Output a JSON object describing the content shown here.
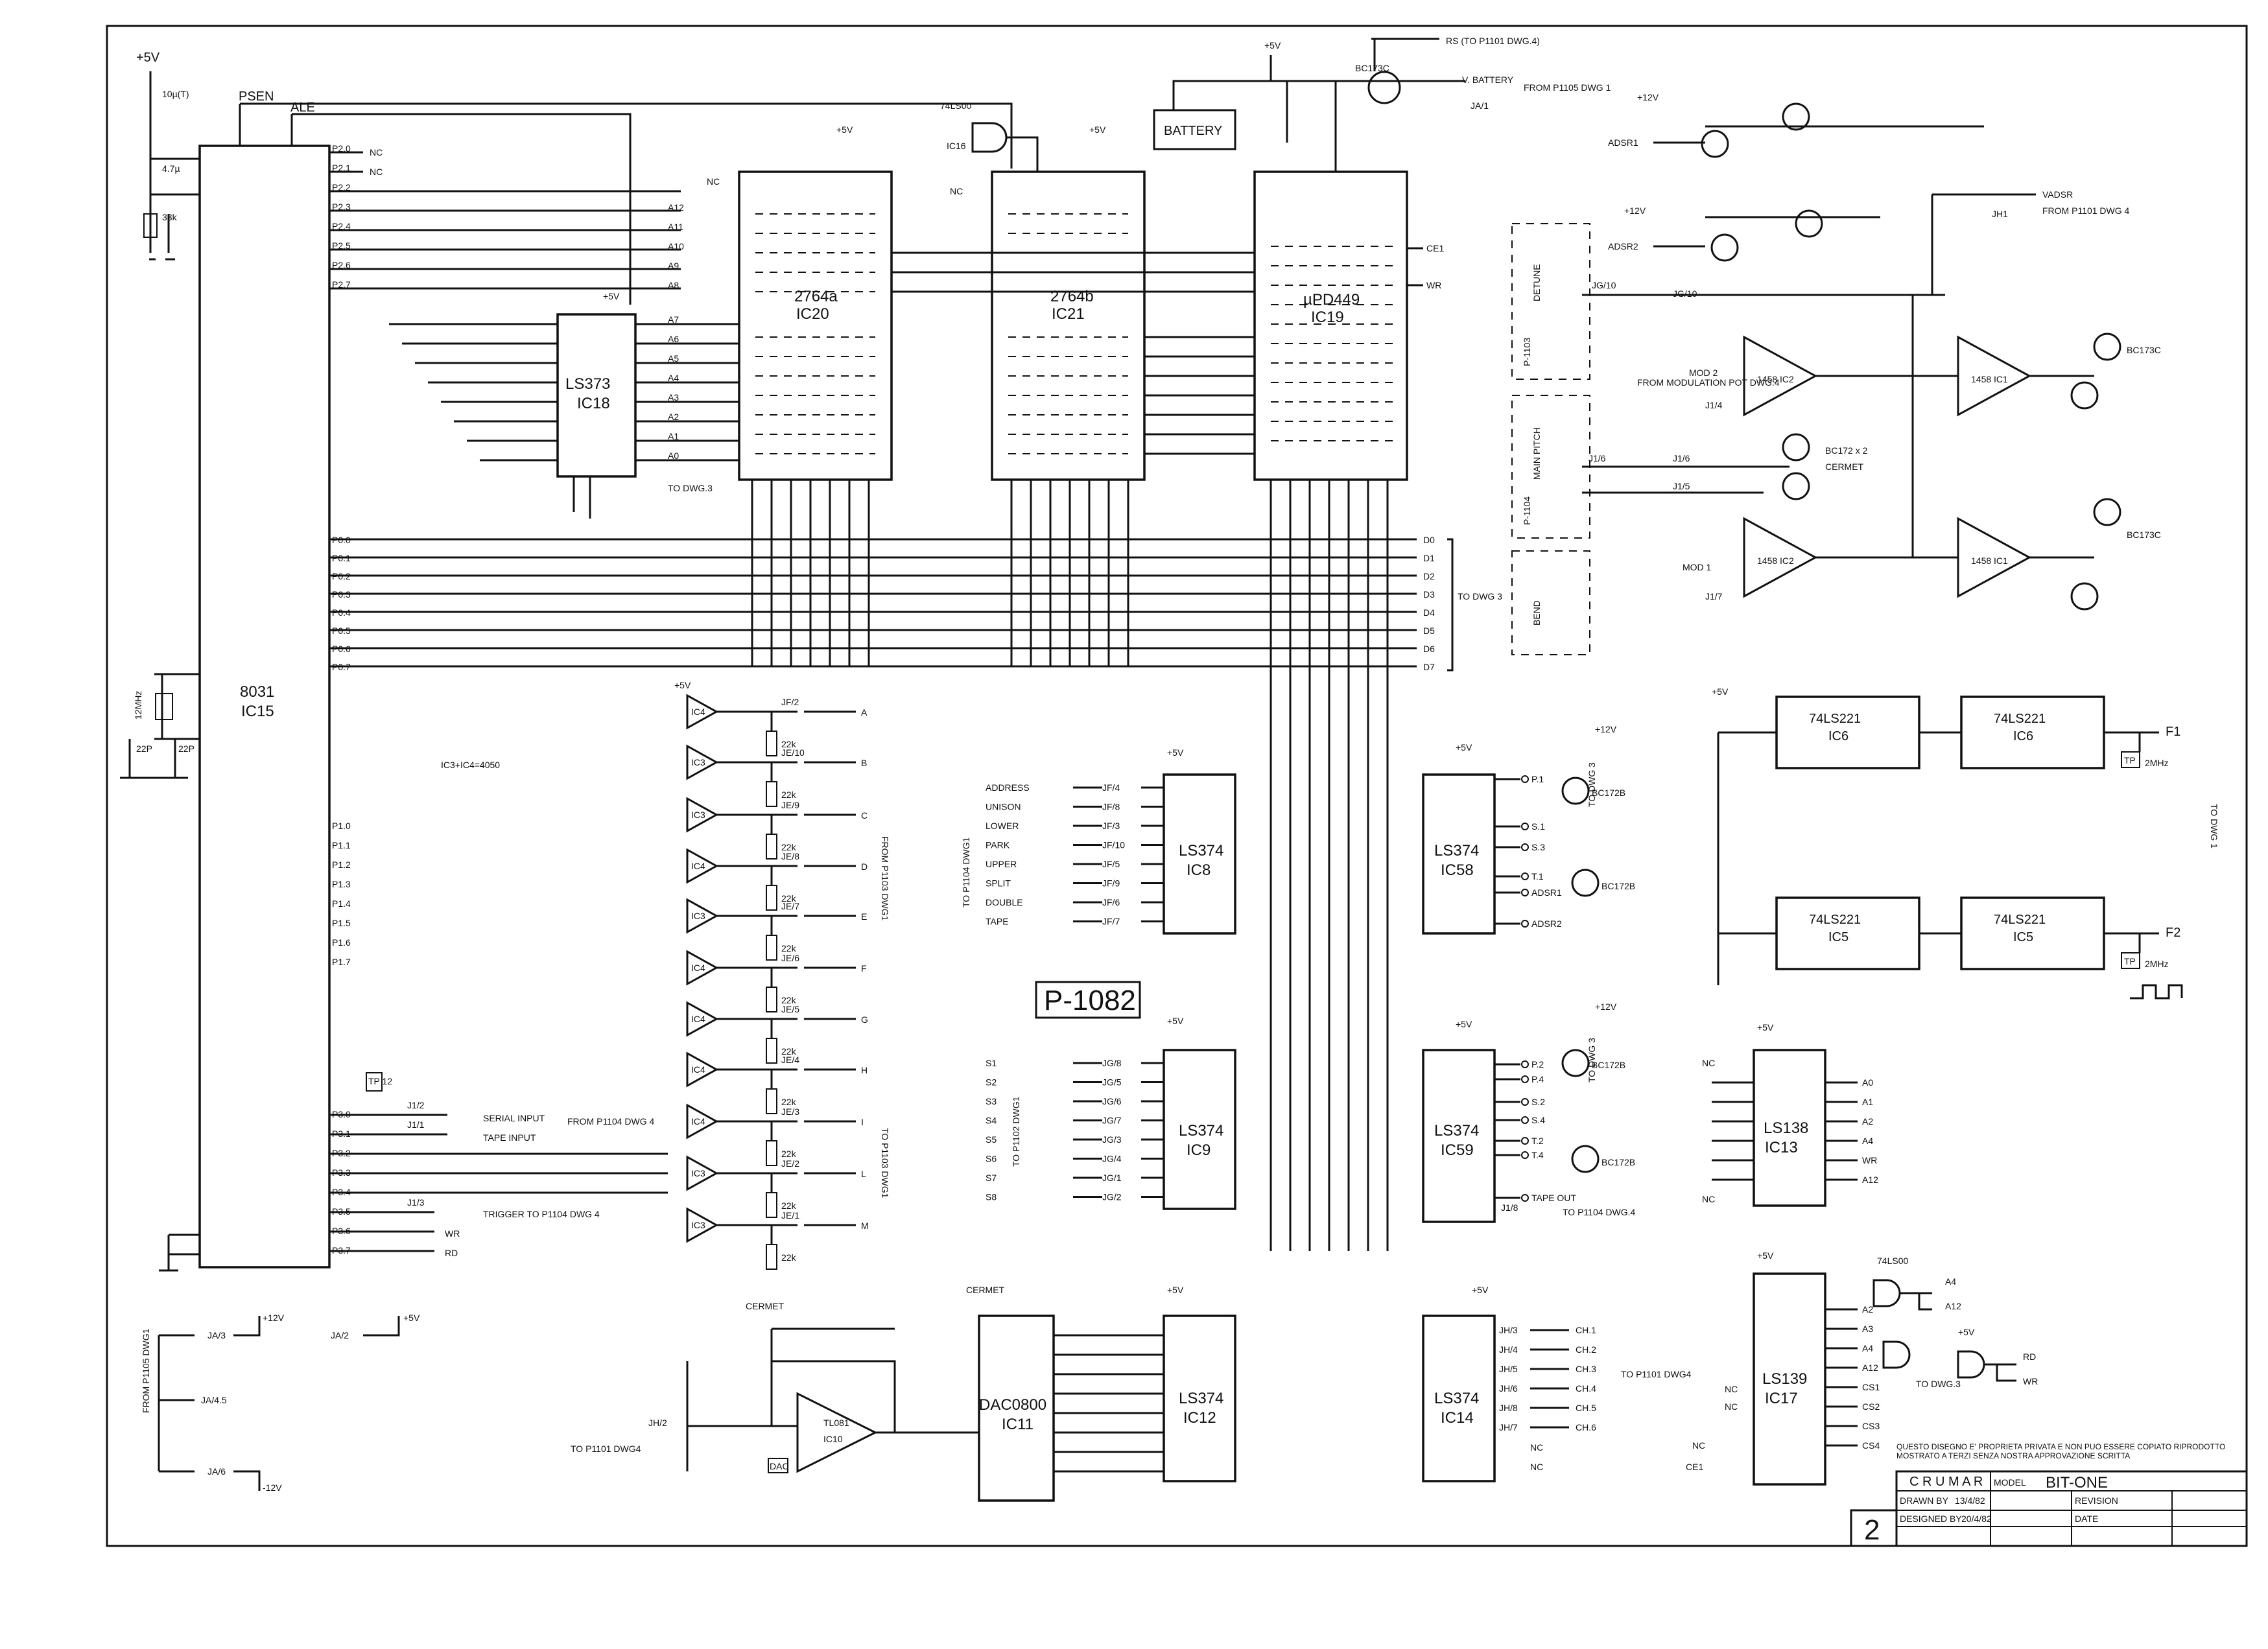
{
  "sheet": {
    "number": "2",
    "project_code": "P-1082"
  },
  "title_block": {
    "company": "C R U M A R",
    "model_label": "MODEL",
    "model": "BIT-ONE",
    "drawn_by_label": "DRAWN BY",
    "drawn_date": "13/4/82",
    "designed_by_label": "DESIGNED BY",
    "designed_date": "20/4/82",
    "revision_label": "REVISION",
    "date_label": "DATE",
    "notice": "QUESTO DISEGNO E' PROPRIETA PRIVATA E NON PUO ESSERE COPIATO RIPRODOTTO MOSTRATO A TERZI SENZA NOSTRA APPROVAZIONE SCRITTA"
  },
  "cpu": {
    "name": "8031",
    "ref": "IC15",
    "signals_top": [
      "PSEN",
      "ALE"
    ],
    "port2": [
      "P2.0",
      "P2.1",
      "P2.2",
      "P2.3",
      "P2.4",
      "P2.5",
      "P2.6",
      "P2.7"
    ],
    "port0": [
      "P0.0",
      "P0.1",
      "P0.2",
      "P0.3",
      "P0.4",
      "P0.5",
      "P0.6",
      "P0.7"
    ],
    "port1": [
      "P1.0",
      "P1.1",
      "P1.2",
      "P1.3",
      "P1.4",
      "P1.5",
      "P1.6",
      "P1.7"
    ],
    "port3": [
      "P3.0",
      "P3.1",
      "P3.2",
      "P3.3",
      "P3.4",
      "P3.5",
      "P3.6",
      "P3.7"
    ],
    "crystal": "12MHz",
    "caps": [
      "22P",
      "22P"
    ],
    "reset": [
      "10µ(T)",
      "4.7µ",
      "33k"
    ]
  },
  "supply": {
    "p5": "+5V",
    "p12": "+12V",
    "m12": "-12V",
    "nc": "NC",
    "nc_short": "NC"
  },
  "latch": {
    "name": "LS373",
    "ref": "IC18",
    "note": "TO DWG.3"
  },
  "addr_labels": [
    "A12",
    "A11",
    "A10",
    "A9",
    "A8",
    "A7",
    "A6",
    "A5",
    "A4",
    "A3",
    "A2",
    "A1",
    "A0"
  ],
  "data_bus": [
    "D0",
    "D1",
    "D2",
    "D3",
    "D4",
    "D5",
    "D6",
    "D7"
  ],
  "data_bus_note": "TO DWG 3",
  "roms": [
    {
      "name": "2764a",
      "ref": "IC20"
    },
    {
      "name": "2764b",
      "ref": "IC21"
    }
  ],
  "ram": {
    "name": "µPD449",
    "ref": "IC19",
    "ce": "CE1",
    "wr": "WR"
  },
  "gate_top": {
    "name": "74LS00",
    "ref": "IC16"
  },
  "battery": {
    "label": "BATTERY",
    "rs": "RS (TO P1101 DWG.4)",
    "vbat": "V. BATTERY",
    "from": "FROM P1105 DWG 1",
    "ja": "JA/1",
    "transistor": "BC173C"
  },
  "buffers": {
    "note": "IC3+IC4=4050",
    "items": [
      {
        "gate": "IC4",
        "pin": "JF/2",
        "out": "A"
      },
      {
        "gate": "IC3",
        "pin": "JE/10",
        "out": "B"
      },
      {
        "gate": "IC3",
        "pin": "JE/9",
        "out": "C"
      },
      {
        "gate": "IC4",
        "pin": "JE/8",
        "out": "D"
      },
      {
        "gate": "IC3",
        "pin": "JE/7",
        "out": "E"
      },
      {
        "gate": "IC4",
        "pin": "JE/6",
        "out": "F"
      },
      {
        "gate": "IC4",
        "pin": "JE/5",
        "out": "G"
      },
      {
        "gate": "IC4",
        "pin": "JE/4",
        "out": "H"
      },
      {
        "gate": "IC4",
        "pin": "JE/3",
        "out": "I"
      },
      {
        "gate": "IC3",
        "pin": "JE/2",
        "out": "L"
      },
      {
        "gate": "IC3",
        "pin": "JE/1",
        "out": "M"
      }
    ],
    "resistor": "22k",
    "dest": "FROM P1103 DWG1",
    "dest2": "TO P1103 DWG1"
  },
  "serial": {
    "in": "SERIAL INPUT",
    "tape": "TAPE INPUT",
    "from": "FROM P1104 DWG 4",
    "trigger": "TRIGGER TO P1104 DWG 4",
    "wr": "WR",
    "rd": "RD",
    "j1": "J1/2",
    "j2": "J1/1",
    "j3": "J1/3",
    "tp": "TP 12"
  },
  "switches_a": {
    "side": "TO P1104 DWG1",
    "items": [
      {
        "label": "ADDRESS",
        "pin": "JF/4"
      },
      {
        "label": "UNISON",
        "pin": "JF/8"
      },
      {
        "label": "LOWER",
        "pin": "JF/3"
      },
      {
        "label": "PARK",
        "pin": "JF/10"
      },
      {
        "label": "UPPER",
        "pin": "JF/5"
      },
      {
        "label": "SPLIT",
        "pin": "JF/9"
      },
      {
        "label": "DOUBLE",
        "pin": "JF/6"
      },
      {
        "label": "TAPE",
        "pin": "JF/7"
      }
    ],
    "chip": "LS374",
    "ref": "IC8"
  },
  "switches_b": {
    "side": "TO P1102 DWG1",
    "items": [
      {
        "label": "S1",
        "pin": "JG/8"
      },
      {
        "label": "S2",
        "pin": "JG/5"
      },
      {
        "label": "S3",
        "pin": "JG/6"
      },
      {
        "label": "S4",
        "pin": "JG/7"
      },
      {
        "label": "S5",
        "pin": "JG/3"
      },
      {
        "label": "S6",
        "pin": "JG/4"
      },
      {
        "label": "S7",
        "pin": "JG/1"
      },
      {
        "label": "S8",
        "pin": "JG/2"
      }
    ],
    "chip": "LS374",
    "ref": "IC9"
  },
  "ic58": {
    "chip": "LS374",
    "ref": "IC58",
    "outs": [
      "P.1",
      "S.1",
      "S.3",
      "T.1",
      "ADSR1",
      "ADSR2"
    ],
    "transistor": "BC172B",
    "dest": "TO DWG 3"
  },
  "ic59": {
    "chip": "LS374",
    "ref": "IC59",
    "outs": [
      "P.2",
      "P.4",
      "S.2",
      "S.4",
      "T.2",
      "T.4",
      "TAPE OUT"
    ],
    "tape_dest": "TO P1104 DWG.4",
    "pin": "J1/8",
    "transistor": "BC172B",
    "dest": "TO DWG 3"
  },
  "ic12": {
    "chip": "LS374",
    "ref": "IC12"
  },
  "ic14": {
    "chip": "LS374",
    "ref": "IC14",
    "pins": [
      "JH/3",
      "JH/4",
      "JH/5",
      "JH/6",
      "JH/8",
      "JH/7"
    ],
    "chans": [
      "CH.1",
      "CH.2",
      "CH.3",
      "CH.4",
      "CH.5",
      "CH.6"
    ],
    "dest": "TO P1101 DWG4"
  },
  "dac": {
    "chip": "DAC0800",
    "ref": "IC11",
    "opamp": "TL081",
    "opamp_ref": "IC10",
    "out_label": "DAC",
    "pin": "JH/2",
    "dest": "TO P1101 DWG4",
    "cermet": "CERMET"
  },
  "ja_pins": {
    "side": "FROM P1105 DWG1",
    "items": [
      "JA/3",
      "JA/4.5",
      "JA/6",
      "JA/2"
    ]
  },
  "ic13": {
    "chip": "LS138",
    "ref": "IC13",
    "outs": [
      "A0",
      "A1",
      "A2",
      "A4",
      "WR",
      "A12"
    ]
  },
  "ic17": {
    "chip": "LS139",
    "ref": "IC17",
    "outs": [
      "A2",
      "A3",
      "A4",
      "A12",
      "CS1",
      "CS2",
      "CS3",
      "CS4"
    ],
    "ce": "CE1"
  },
  "ic16": {
    "chip": "74LS00",
    "ref": "IC16",
    "outs": [
      "A4",
      "A12",
      "RD",
      "WR"
    ],
    "note": "TO DWG.3"
  },
  "mono": {
    "items": [
      {
        "chip": "74LS221",
        "ref": "IC6"
      },
      {
        "chip": "74LS221",
        "ref": "IC6"
      },
      {
        "chip": "74LS221",
        "ref": "IC5"
      },
      {
        "chip": "74LS221",
        "ref": "IC5"
      }
    ],
    "outs": [
      "F1",
      "F2"
    ],
    "tp": "TP",
    "freq": "2MHz",
    "dest": "TO DWG 1"
  },
  "analog": {
    "boxes": [
      {
        "label": "P-1103",
        "name": "DETUNE",
        "pin": "JG/10"
      },
      {
        "label": "P-1104",
        "name": "MAIN PITCH",
        "pin": "J1/6"
      },
      {
        "label": "",
        "name": "BEND",
        "pin": "J1/5"
      }
    ],
    "opamps": [
      "1458 IC2",
      "1458 IC1",
      "1458 IC2",
      "1458 IC1"
    ],
    "mod2": "MOD 2",
    "mod1": "MOD 1",
    "j14": "J1/4",
    "j17": "J1/7",
    "from_mod": "FROM MODULATION POT DWG.4",
    "vadsr": "VADSR",
    "vadsr_from": "FROM P1101 DWG 4",
    "jh1": "JH1",
    "adsr1": "ADSR1",
    "adsr2": "ADSR2",
    "transistors": [
      "BC173C",
      "BC172 x 2",
      "CERMET"
    ]
  }
}
